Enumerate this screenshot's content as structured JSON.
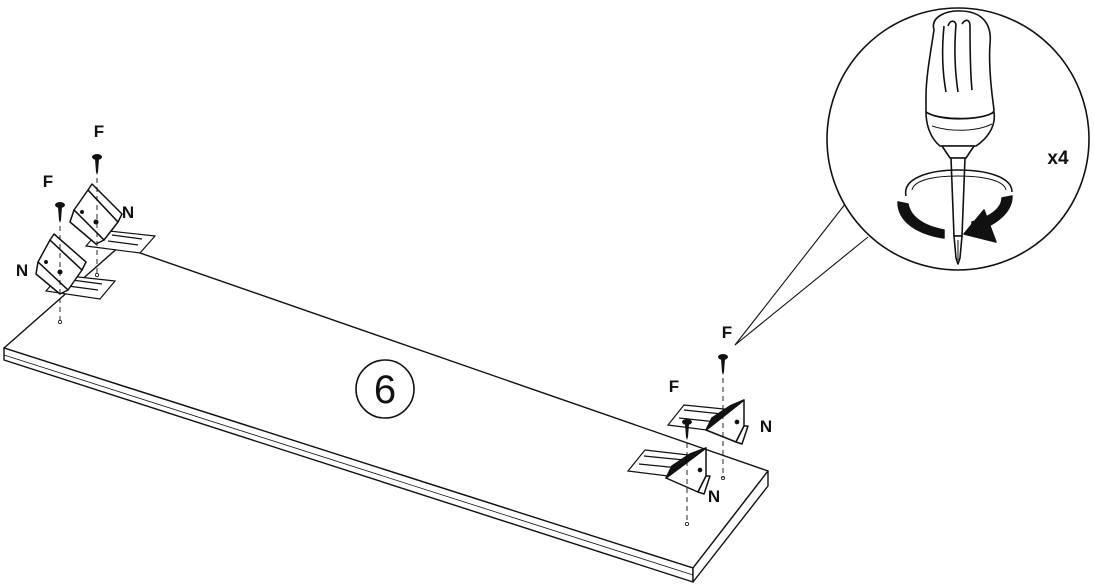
{
  "step": {
    "number": "6"
  },
  "labels": {
    "screw": "F",
    "bracket": "N"
  },
  "detail": {
    "quantity": "x4",
    "tool_icon": "phillips-screwdriver-icon",
    "motion_icon": "clockwise-rotation-arrow-icon"
  },
  "colors": {
    "ink": "#111111",
    "paper": "#ffffff"
  }
}
